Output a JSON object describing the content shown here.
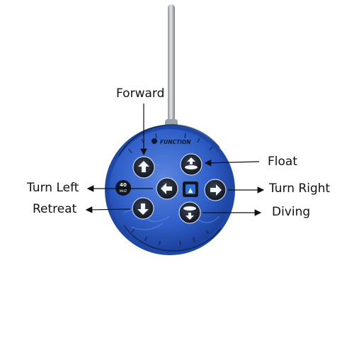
{
  "labels": {
    "forward": "Forward",
    "float": "Float",
    "turn_left": "Turn Left",
    "turn_right": "Turn Right",
    "retreat": "Retreat",
    "diving": "Diving"
  },
  "remote": {
    "function_label": "FUNCTION",
    "frequency_value": "40",
    "frequency_unit": "MHZ",
    "buttons": [
      "forward-button",
      "float-button",
      "turn-left-button",
      "turn-right-button",
      "retreat-button",
      "diving-button",
      "center-mode-button"
    ]
  },
  "colors": {
    "body_blue": "#2f5fc8",
    "rim_blue": "#1f4aa8",
    "button_dark": "#1b2230",
    "arrow_white": "#f2f4f8",
    "antenna": "#b9bcc2"
  }
}
